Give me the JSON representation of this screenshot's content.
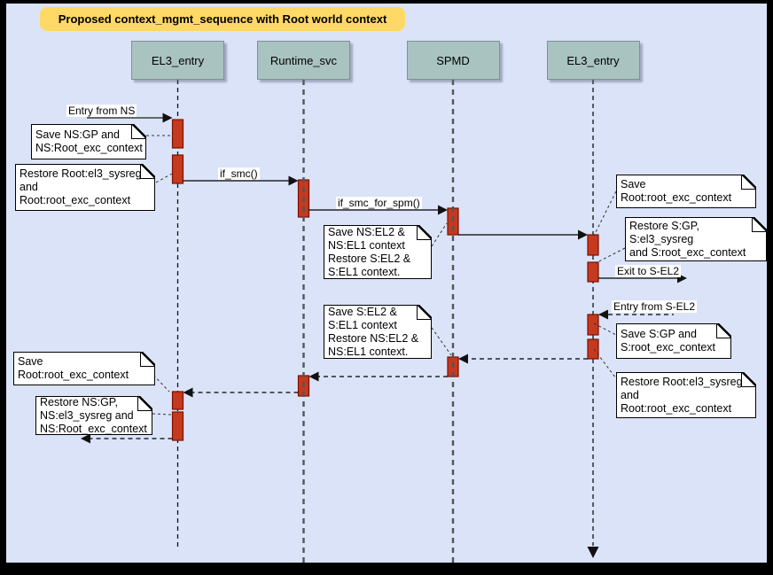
{
  "title": "Proposed context_mgmt_sequence with Root world context",
  "colors": {
    "canvas_bg": "#dbe3f8",
    "frame": "#000000",
    "title_bg": "#ffd966",
    "participant_bg": "#a9c3c1",
    "participant_border": "#7e928f",
    "activation_fill": "#c5391f",
    "activation_border": "#7a1200",
    "note_bg": "#ffffff",
    "line": "#000000"
  },
  "participants": [
    {
      "label": "EL3_entry"
    },
    {
      "label": "Runtime_svc"
    },
    {
      "label": "SPMD"
    },
    {
      "label": "EL3_entry"
    }
  ],
  "messages": [
    {
      "label": "Entry from NS"
    },
    {
      "label": "if_smc()"
    },
    {
      "label": "if_smc_for_spm()"
    },
    {
      "label": "Exit to S-EL2"
    },
    {
      "label": "Entry from S-EL2"
    }
  ],
  "notes": [
    {
      "text": "Save NS:GP and\nNS:Root_exc_context"
    },
    {
      "text": "Restore Root:el3_sysreg\nand\nRoot:root_exc_context"
    },
    {
      "text": "Save Root:root_exc_context"
    },
    {
      "text": "Save NS:EL2 &\nNS:EL1 context\nRestore S:EL2 &\nS:EL1 context."
    },
    {
      "text": "Restore S:GP, S:el3_sysreg\nand S:root_exc_context"
    },
    {
      "text": "Save S:EL2 &\nS:EL1 context\nRestore NS:EL2 &\nNS:EL1 context."
    },
    {
      "text": "Save S:GP and\nS:root_exc_context"
    },
    {
      "text": "Save Root:root_exc_context"
    },
    {
      "text": "Restore Root:el3_sysreg\nand\nRoot:root_exc_context"
    },
    {
      "text": "Restore NS:GP,\nNS:el3_sysreg and\nNS:Root_exc_context"
    }
  ]
}
